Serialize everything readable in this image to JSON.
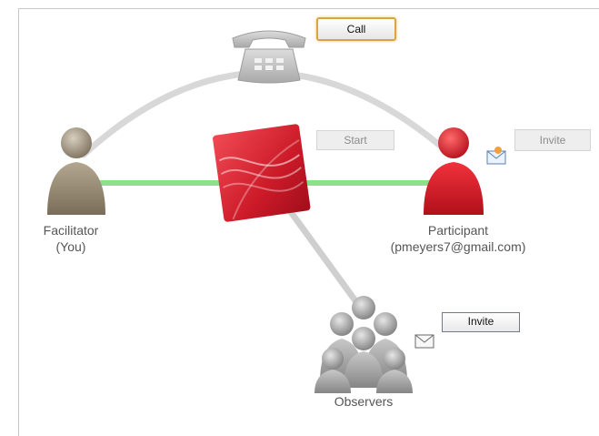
{
  "buttons": {
    "call": "Call",
    "start": "Start",
    "invite_participant": "Invite",
    "invite_observers": "Invite"
  },
  "facilitator": {
    "name": "Facilitator",
    "note": "(You)"
  },
  "participant": {
    "name": "Participant",
    "email": "(pmeyers7@gmail.com)"
  },
  "observers": {
    "name": "Observers"
  },
  "colors": {
    "connection_green": "#8fe08a",
    "connection_gray": "#d6d6d6",
    "participant_red": "#d11826",
    "facilitator_tan": "#9e927c",
    "observer_gray": "#8f8f8f",
    "call_highlight": "#d9a441"
  }
}
